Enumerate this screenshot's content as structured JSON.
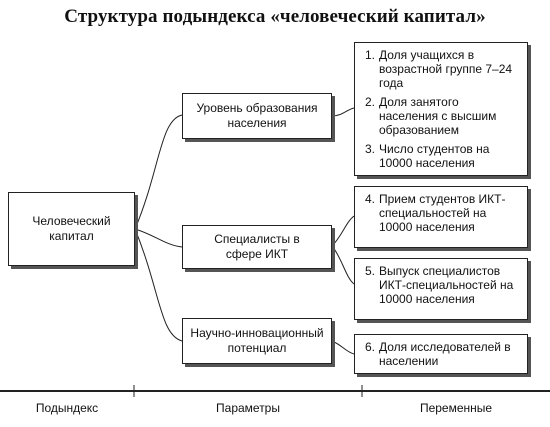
{
  "title": "Структура подындекса «человеческий капитал»",
  "root": {
    "label": "Человеческий\nкапитал"
  },
  "parameters": [
    {
      "label": "Уровень образования\nнаселения"
    },
    {
      "label": "Специалисты в\nсфере ИКТ"
    },
    {
      "label": "Научно-инновационный\nпотенциал"
    }
  ],
  "variables": [
    {
      "num": "1.",
      "text": "Доля учащихся в возрастной группе 7–24 года"
    },
    {
      "num": "2.",
      "text": "Доля занятого населения с высшим образованием"
    },
    {
      "num": "3.",
      "text": "Число студентов на 10000 населения"
    },
    {
      "num": "4.",
      "text": "Прием студентов ИКТ-специальностей на 10000 населения"
    },
    {
      "num": "5.",
      "text": "Выпуск специалистов ИКТ-специальностей на 10000 населения"
    },
    {
      "num": "6.",
      "text": "Доля исследователей в населении"
    }
  ],
  "footer": {
    "col1": "Подындекс",
    "col2": "Параметры",
    "col3": "Переменные"
  }
}
